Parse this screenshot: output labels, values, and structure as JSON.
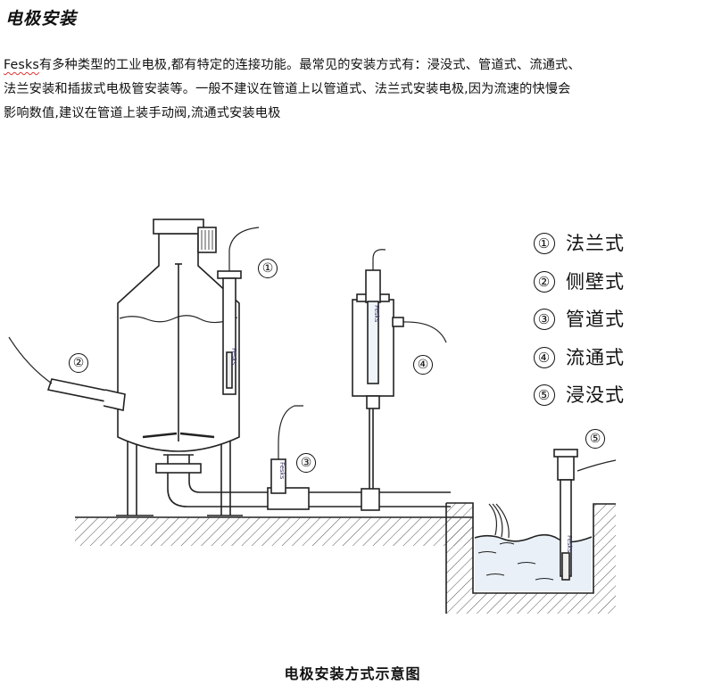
{
  "document": {
    "heading": "电极安装",
    "paragraph": {
      "brand": "Fesks",
      "line1_rest": "有多种类型的工业电极,都有特定的连接功能。最常见的安装方式有：浸没式、管道式、流通式、",
      "line2": "法兰安装和插拔式电极管安装等。一般不建议在管道上以管道式、法兰式安装电极,因为流速的快慢会",
      "line3": "影响数值,建议在管道上装手动阀,流通式安装电极"
    },
    "figure": {
      "legend": [
        {
          "num": "①",
          "label": "法兰式"
        },
        {
          "num": "②",
          "label": "侧壁式"
        },
        {
          "num": "③",
          "label": "管道式"
        },
        {
          "num": "④",
          "label": "流通式"
        },
        {
          "num": "⑤",
          "label": "浸没式"
        }
      ],
      "callouts": [
        "①",
        "②",
        "③",
        "④",
        "⑤"
      ],
      "electrode_text": "Fesks",
      "caption": "电极安装方式示意图"
    }
  }
}
